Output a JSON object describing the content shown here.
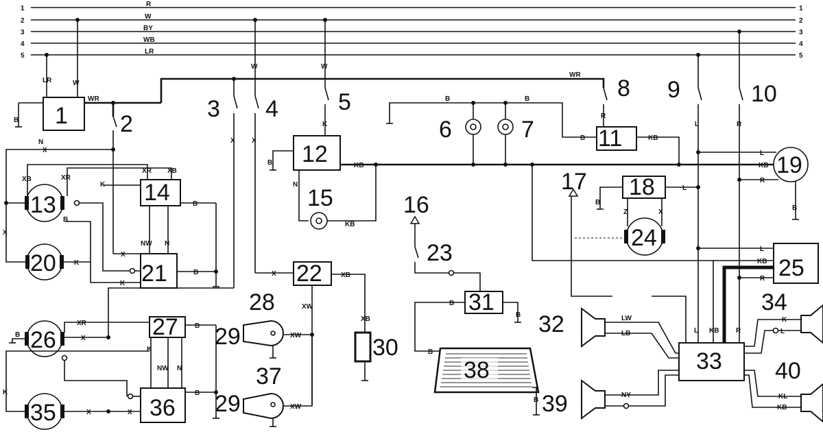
{
  "bus": [
    {
      "id": "1",
      "color": "R"
    },
    {
      "id": "2",
      "color": "W"
    },
    {
      "id": "3",
      "color": "BY"
    },
    {
      "id": "4",
      "color": "WB"
    },
    {
      "id": "5",
      "color": "LR"
    }
  ],
  "labels": {
    "c1": "1",
    "c2": "2",
    "c3": "3",
    "c4": "4",
    "c5": "5",
    "c6": "6",
    "c7": "7",
    "c8": "8",
    "c9": "9",
    "c10": "10",
    "c11": "11",
    "c12": "12",
    "c13": "13",
    "c14": "14",
    "c15": "15",
    "c16": "16",
    "c17": "17",
    "c18": "18",
    "c19": "19",
    "c20": "20",
    "c21": "21",
    "c22": "22",
    "c23": "23",
    "c24": "24",
    "c25": "25",
    "c26": "26",
    "c27": "27",
    "c28": "28",
    "c29": "29",
    "c30": "30",
    "c31": "31",
    "c32": "32",
    "c33": "33",
    "c34": "34",
    "c35": "35",
    "c36": "36",
    "c37": "37",
    "c38": "38",
    "c39": "39",
    "c40": "40"
  },
  "wires": {
    "b": "B",
    "k": "K",
    "l": "L",
    "r": "R",
    "w": "W",
    "x": "X",
    "n": "N",
    "z": "Z",
    "lr": "LR",
    "wr": "WR",
    "kb": "KB",
    "xb": "XB",
    "xr": "XR",
    "xw": "XW",
    "nw": "NW",
    "lw": "LW",
    "lb": "LB",
    "ny": "NY",
    "kl": "KL"
  }
}
